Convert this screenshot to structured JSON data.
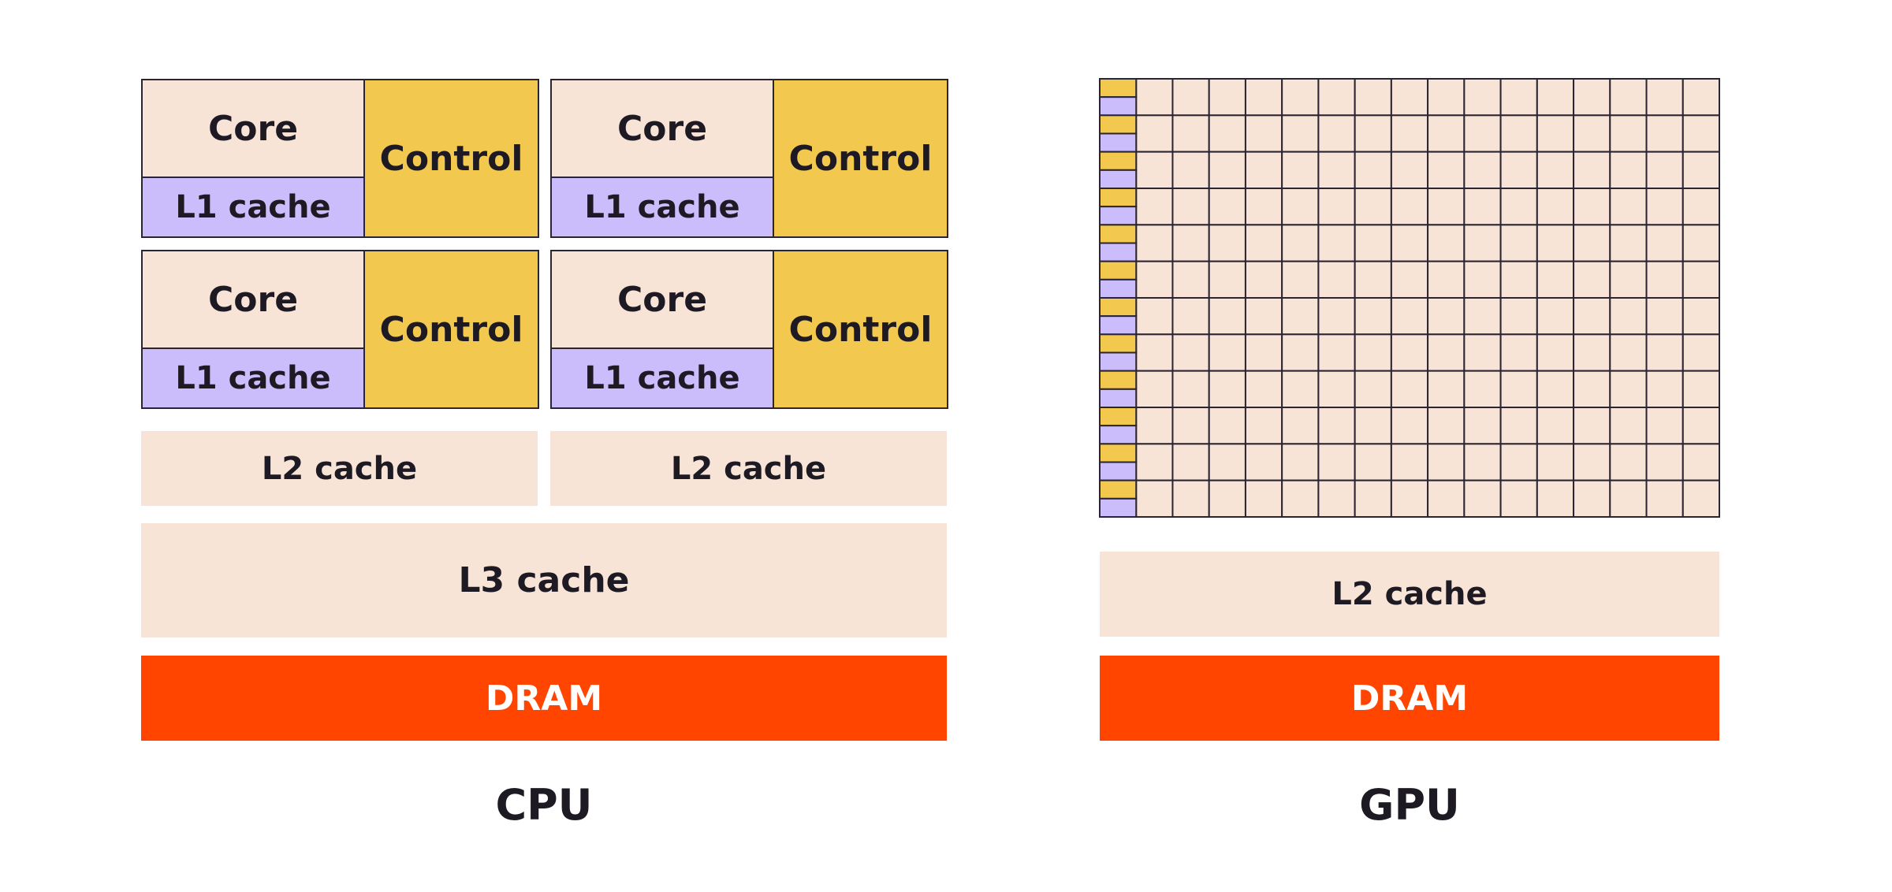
{
  "colors": {
    "core": "#f8e4d7",
    "l1_cache": "#cbbcfc",
    "control": "#f2c84e",
    "cache": "#f8e4d7",
    "dram": "#ff4500",
    "grid_line": "#2a2530"
  },
  "cpu": {
    "title": "CPU",
    "cores": [
      {
        "core": "Core",
        "l1": "L1 cache",
        "control": "Control"
      },
      {
        "core": "Core",
        "l1": "L1 cache",
        "control": "Control"
      },
      {
        "core": "Core",
        "l1": "L1 cache",
        "control": "Control"
      },
      {
        "core": "Core",
        "l1": "L1 cache",
        "control": "Control"
      }
    ],
    "l2": [
      "L2 cache",
      "L2 cache"
    ],
    "l3": "L3 cache",
    "dram": "DRAM"
  },
  "gpu": {
    "title": "GPU",
    "grid": {
      "rows": 12,
      "cols": 17
    },
    "l2": "L2 cache",
    "dram": "DRAM"
  }
}
